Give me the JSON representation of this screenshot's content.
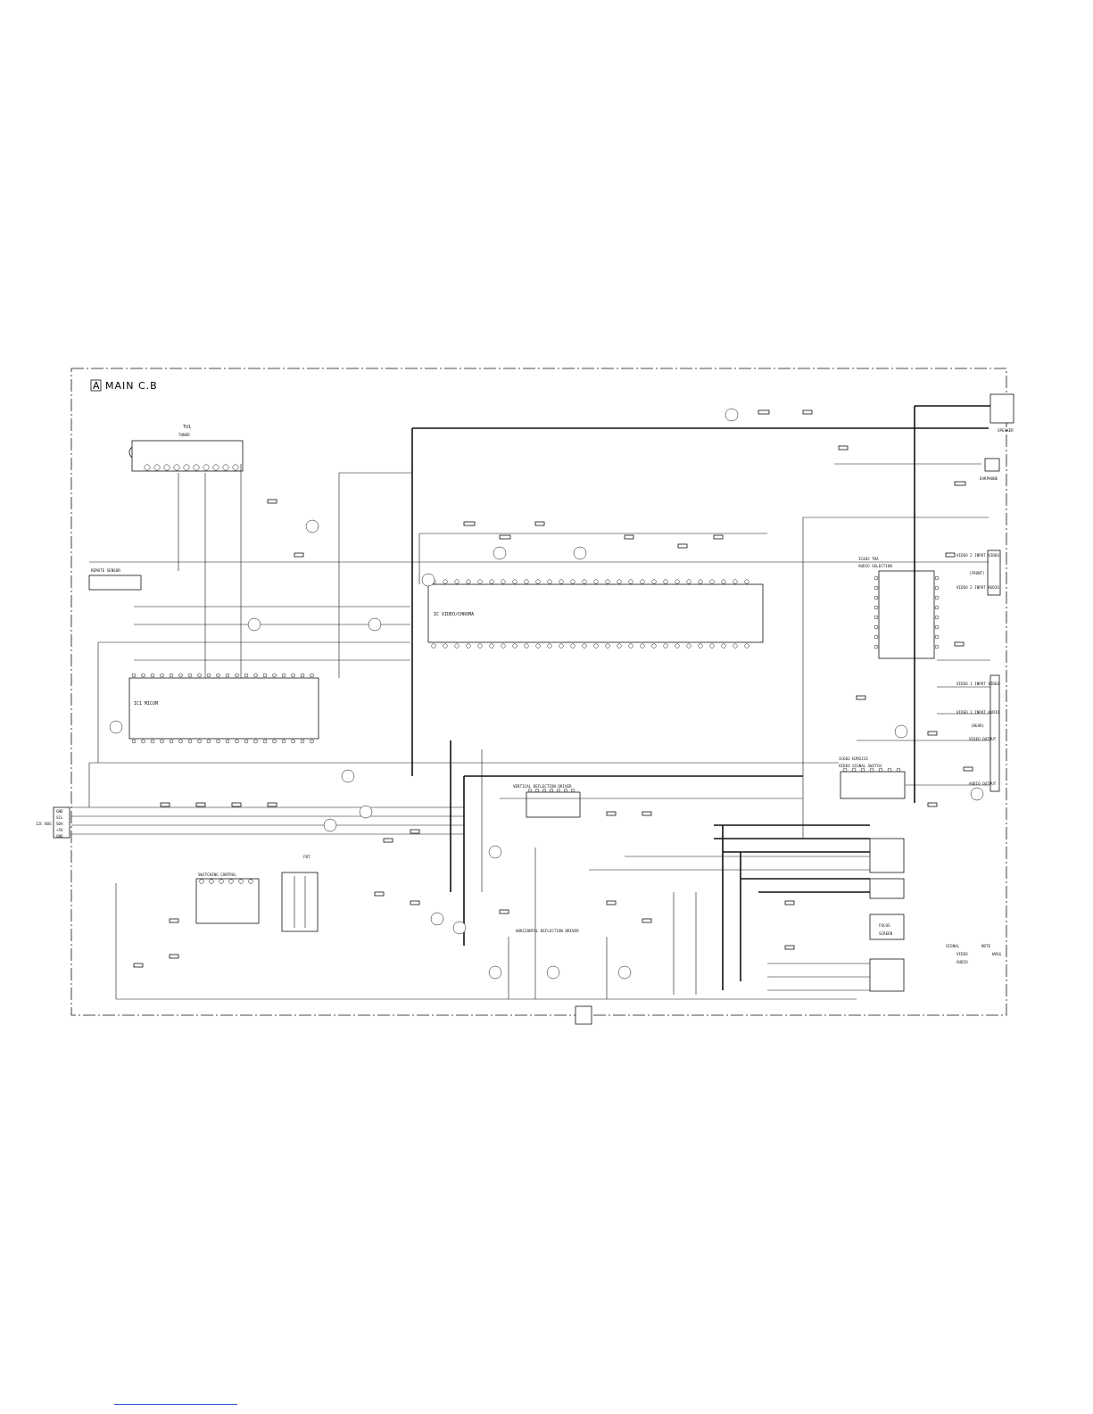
{
  "board": {
    "title": "MAIN C.B",
    "block_letter": "A"
  },
  "ic_blocks": {
    "micom": "IC1 MICOM",
    "video_chroma": "IC VIDEO/CHROMA",
    "audio_sel": "IC402 TDA",
    "audio_sel_note": "AUDIO SELECTION",
    "video_switch": "IC603 NJM2233",
    "video_switch_note": "VIDEO SIGNAL SWITCH",
    "vert_drive": "VERTICAL DEFLECTION DRIVER",
    "horiz_drive": "HORIZONTAL DEFLECTION DRIVER",
    "switching": "SWITCHING CONTROL",
    "fbt": "FBT"
  },
  "connectors": {
    "tuner": "TU1",
    "tuner_note": "TUNER",
    "remote": "REMOTE SENSOR",
    "speaker": "SPEAKER",
    "earphone": "EARPHONE",
    "video2_in": "VIDEO 2 INPUT VIDEO",
    "audio2_in": "VIDEO 2 INPUT AUDIO",
    "front": "(FRONT)",
    "video1_in": "VIDEO 1 INPUT VIDEO",
    "audio1_in": "VIDEO 1 INPUT AUDIO",
    "rear": "(REAR)",
    "video_out": "VIDEO OUTPUT",
    "audio_out": "AUDIO OUTPUT",
    "i2c_bus": "I2C BUS",
    "cn_focus": "FOCUS",
    "cn_screen": "SCREEN"
  },
  "bus_labels": [
    "GND",
    "SCL",
    "SDA",
    "+5V",
    "GND"
  ],
  "legend": {
    "heading": "SIGNAL",
    "video": "VIDEO",
    "audio": "AUDIO",
    "note_heading": "NOTE",
    "note_text": "WVGG"
  }
}
